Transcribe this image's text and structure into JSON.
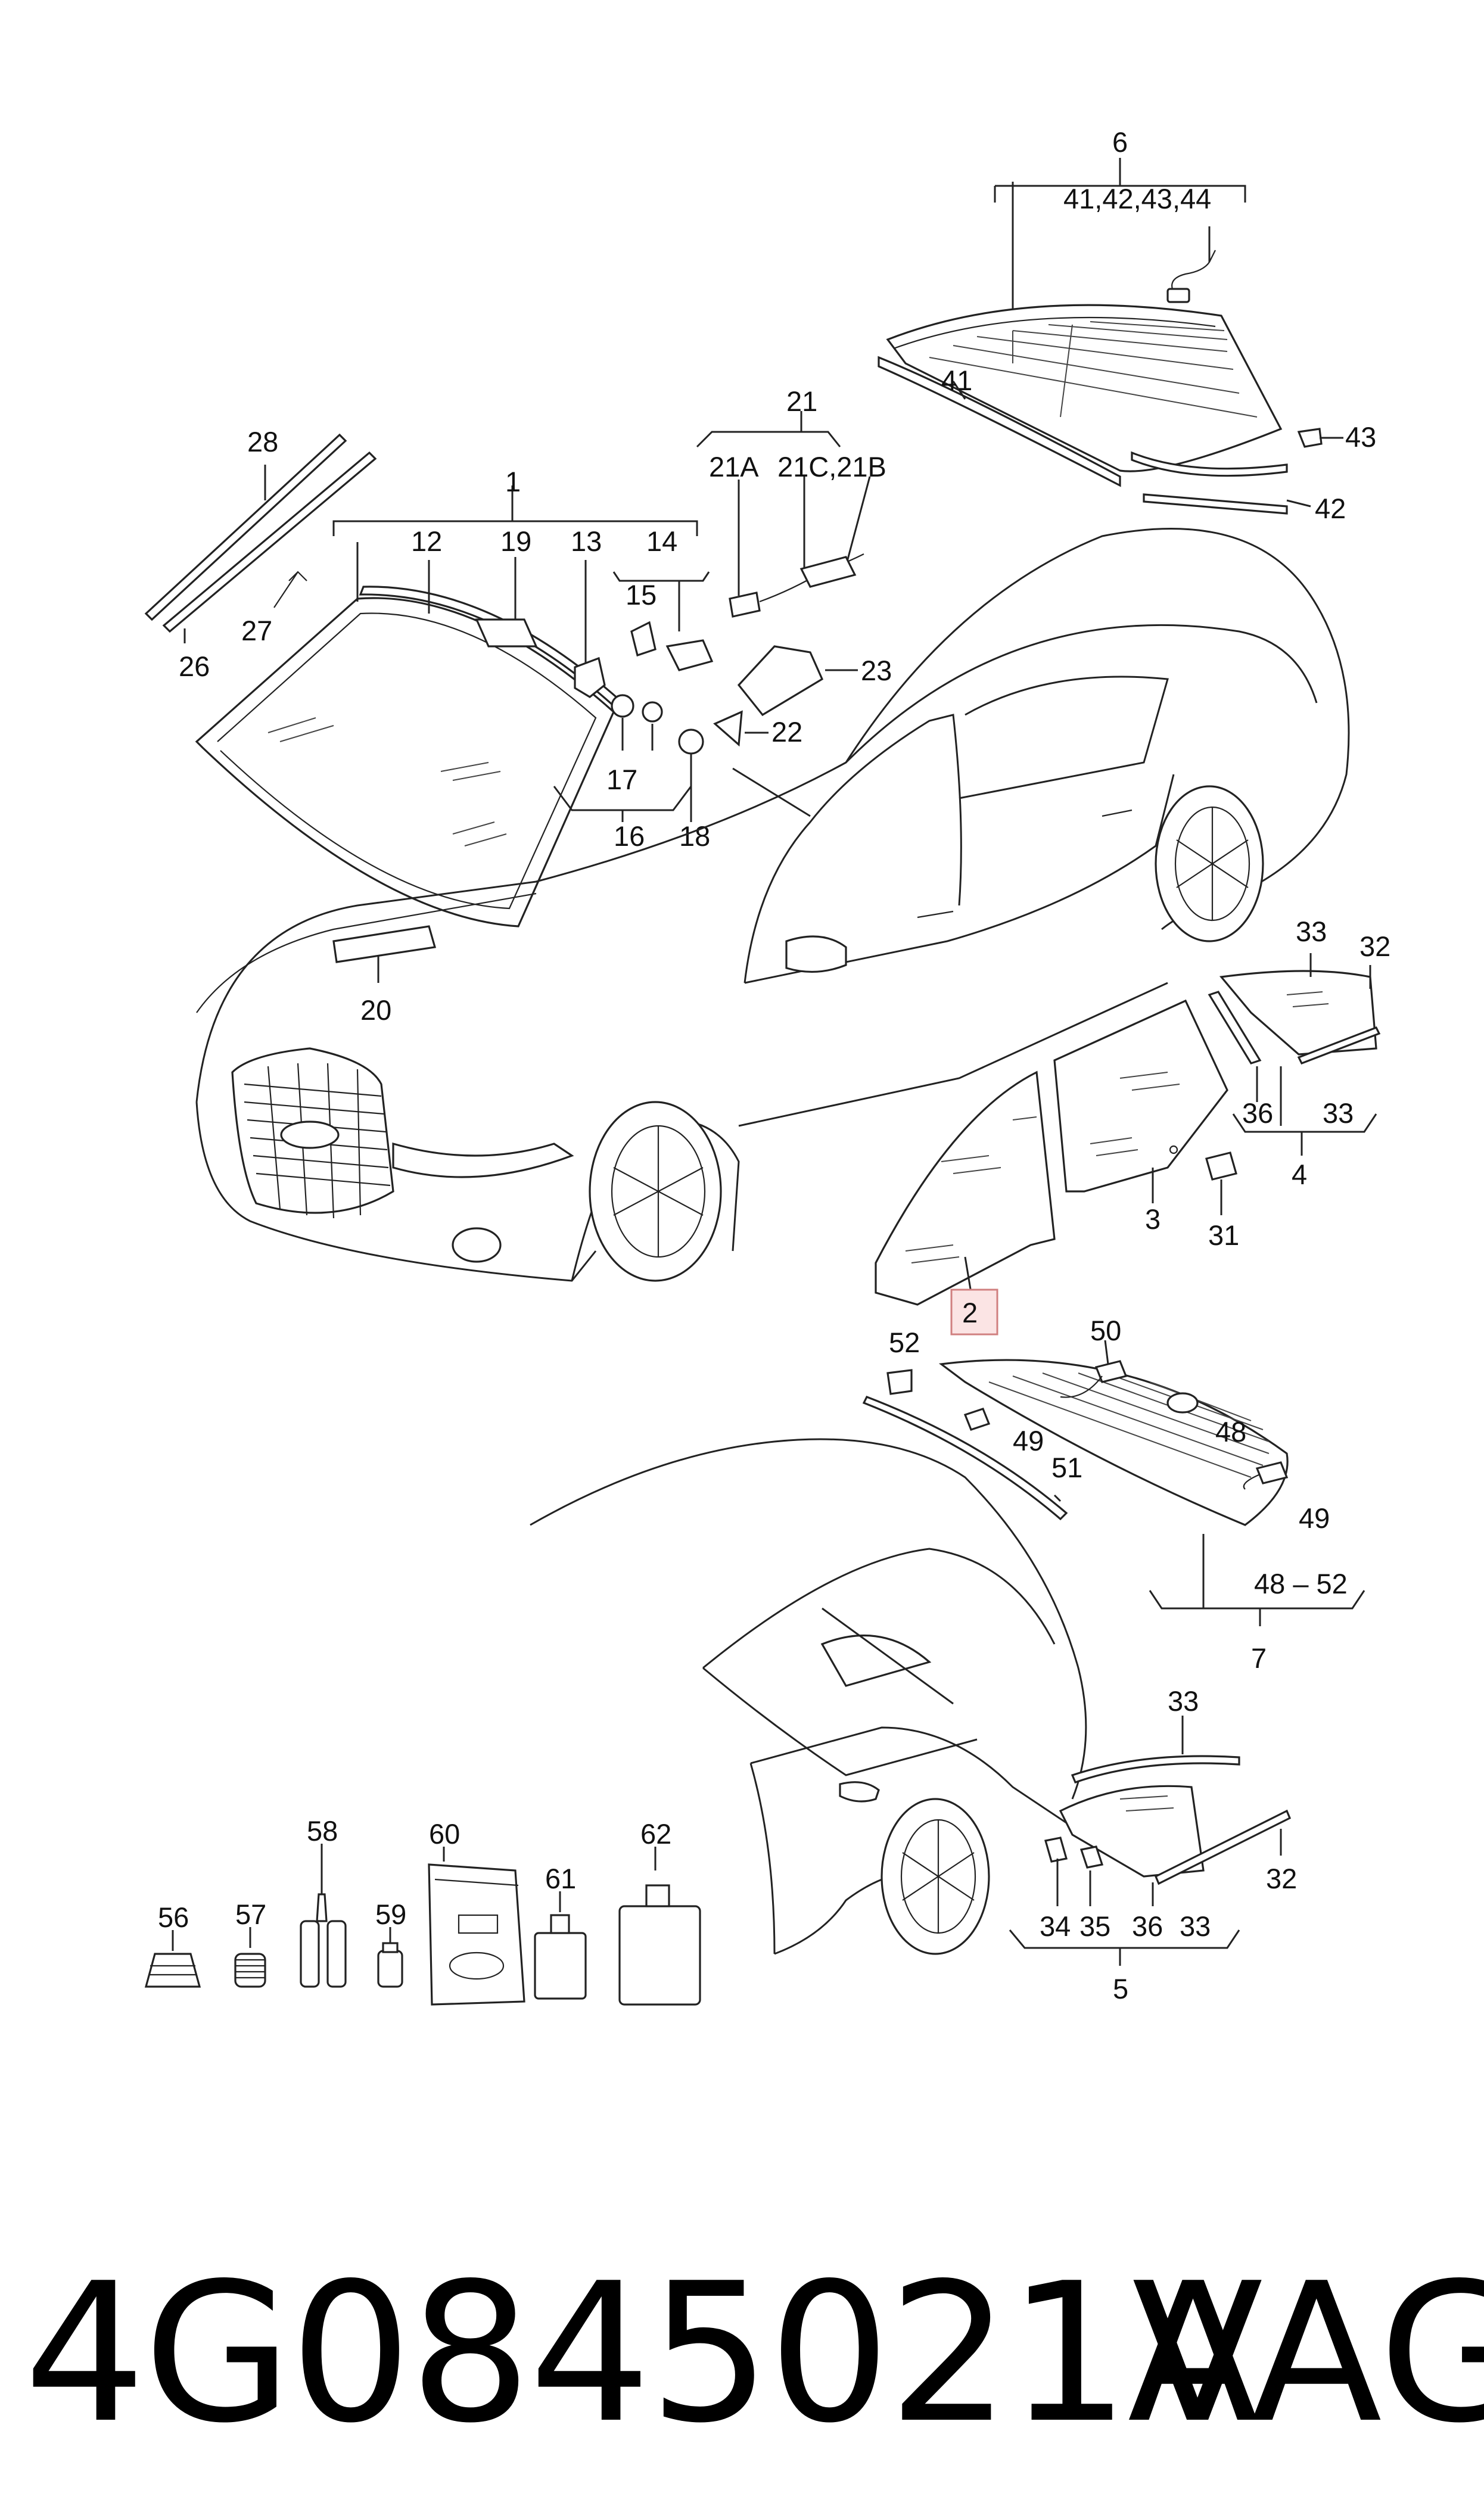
{
  "callouts": {
    "c6": "6",
    "c41_44": "41,42,43,44",
    "c41": "41",
    "c43": "43",
    "c42": "42",
    "c21": "21",
    "c21a": "21A",
    "c21cb": "21C,21B",
    "c28": "28",
    "c1": "1",
    "c12": "12",
    "c19": "19",
    "c13": "13",
    "c14": "14",
    "c15": "15",
    "c23": "23",
    "c27": "27",
    "c26": "26",
    "c22": "22",
    "c17": "17",
    "c16": "16",
    "c18": "18",
    "c20": "20",
    "c33a": "33",
    "c32a": "32",
    "c36a": "36",
    "c33b": "33",
    "c4": "4",
    "c3": "3",
    "c31": "31",
    "c2": "2",
    "c52": "52",
    "c50": "50",
    "c49a": "49",
    "c48": "48",
    "c51": "51",
    "c49b": "49",
    "c48_52": "48 – 52",
    "c7": "7",
    "c33c": "33",
    "c32b": "32",
    "c34": "34",
    "c35": "35",
    "c36b": "36",
    "c33d": "33",
    "c5": "5",
    "c56": "56",
    "c57": "57",
    "c58": "58",
    "c59": "59",
    "c60": "60",
    "c61": "61",
    "c62": "62"
  },
  "highlighted_part": "2",
  "footer": {
    "part_number": "4G0845021A",
    "brand": "VAG"
  }
}
